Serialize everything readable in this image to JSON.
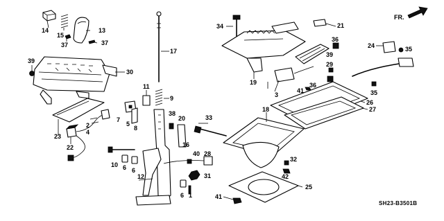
{
  "diagram": {
    "reference_code": "SH23-B3501B",
    "direction_label": "FR.",
    "callouts": [
      {
        "n": "14"
      },
      {
        "n": "15"
      },
      {
        "n": "37"
      },
      {
        "n": "13"
      },
      {
        "n": "37"
      },
      {
        "n": "39"
      },
      {
        "n": "30"
      },
      {
        "n": "23"
      },
      {
        "n": "22"
      },
      {
        "n": "4"
      },
      {
        "n": "2"
      },
      {
        "n": "7"
      },
      {
        "n": "5"
      },
      {
        "n": "8"
      },
      {
        "n": "11"
      },
      {
        "n": "9"
      },
      {
        "n": "17"
      },
      {
        "n": "10"
      },
      {
        "n": "6"
      },
      {
        "n": "6"
      },
      {
        "n": "38"
      },
      {
        "n": "20"
      },
      {
        "n": "12"
      },
      {
        "n": "16"
      },
      {
        "n": "40"
      },
      {
        "n": "28"
      },
      {
        "n": "31"
      },
      {
        "n": "6"
      },
      {
        "n": "1"
      },
      {
        "n": "33"
      },
      {
        "n": "34"
      },
      {
        "n": "21"
      },
      {
        "n": "36"
      },
      {
        "n": "19"
      },
      {
        "n": "3"
      },
      {
        "n": "41"
      },
      {
        "n": "36"
      },
      {
        "n": "29"
      },
      {
        "n": "18"
      },
      {
        "n": "24"
      },
      {
        "n": "35"
      },
      {
        "n": "39"
      },
      {
        "n": "35"
      },
      {
        "n": "26"
      },
      {
        "n": "27"
      },
      {
        "n": "32"
      },
      {
        "n": "42"
      },
      {
        "n": "25"
      },
      {
        "n": "41"
      }
    ]
  }
}
